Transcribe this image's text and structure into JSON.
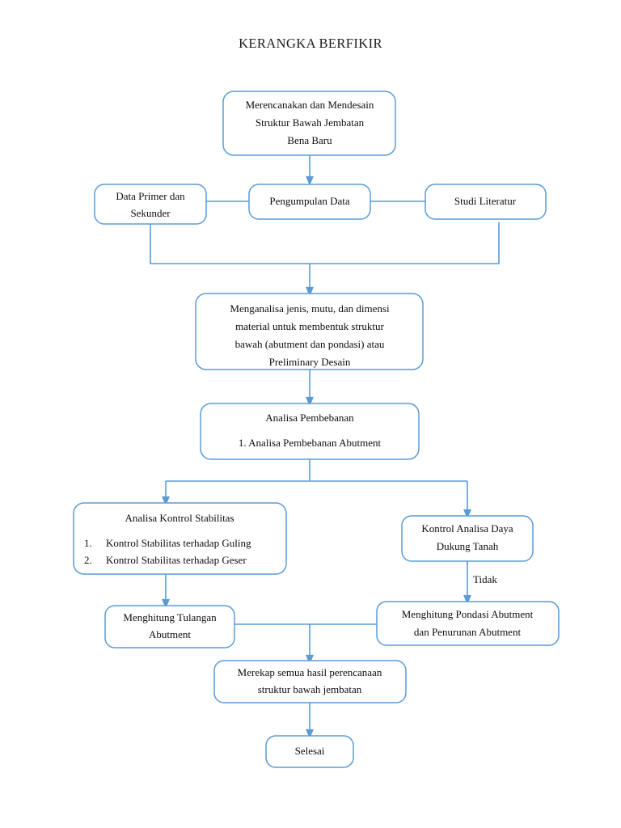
{
  "document": {
    "title": "KERANGKA BERFIKIR"
  },
  "chart_data": {
    "type": "diagram",
    "title": "KERANGKA BERFIKIR",
    "colors": {
      "box_border": "#5b9bd5",
      "connector": "#5b9bd5",
      "box_fill": "#ffffff",
      "text": "#0d0d0d"
    },
    "nodes": [
      {
        "id": "start",
        "lines": [
          "Merencanakan dan Mendesain",
          "Struktur Bawah Jembatan",
          "Bena Baru"
        ]
      },
      {
        "id": "data-primer",
        "lines": [
          "Data Primer dan",
          "Sekunder"
        ]
      },
      {
        "id": "pengumpulan",
        "lines": [
          "Pengumpulan Data"
        ]
      },
      {
        "id": "studi-literatur",
        "lines": [
          "Studi Literatur"
        ]
      },
      {
        "id": "menganalisa",
        "lines": [
          "Menganalisa jenis, mutu, dan dimensi",
          "material untuk membentuk struktur",
          "bawah (abutment dan pondasi) atau",
          "Preliminary Desain"
        ]
      },
      {
        "id": "pembebanan",
        "heading": "Analisa Pembebanan",
        "items": [
          "1.  Analisa Pembebanan Abutment"
        ]
      },
      {
        "id": "kontrol-stabilitas",
        "heading": "Analisa Kontrol Stabilitas",
        "items": [
          "1.     Kontrol Stabilitas terhadap Guling",
          "2.     Kontrol Stabilitas terhadap Geser"
        ]
      },
      {
        "id": "daya-dukung",
        "lines": [
          "Kontrol Analisa Daya",
          "Dukung Tanah"
        ]
      },
      {
        "id": "tulangan",
        "lines": [
          "Menghitung Tulangan",
          "Abutment"
        ]
      },
      {
        "id": "pondasi",
        "lines": [
          "Menghitung Pondasi Abutment",
          "dan Penurunan Abutment"
        ]
      },
      {
        "id": "merekap",
        "lines": [
          "Merekap semua hasil perencanaan",
          "struktur bawah jembatan"
        ]
      },
      {
        "id": "selesai",
        "lines": [
          "Selesai"
        ]
      }
    ],
    "edge_labels": [
      {
        "id": "tidak",
        "text": "Tidak"
      }
    ]
  },
  "nodes": {
    "start": {
      "line1": "Merencanakan dan Mendesain",
      "line2": "Struktur Bawah Jembatan",
      "line3": "Bena Baru"
    },
    "data_primer": {
      "line1": "Data Primer dan",
      "line2": "Sekunder"
    },
    "pengumpulan": {
      "line1": "Pengumpulan Data"
    },
    "studi_literatur": {
      "line1": "Studi Literatur"
    },
    "menganalisa": {
      "line1": "Menganalisa jenis, mutu, dan dimensi",
      "line2": "material untuk membentuk struktur",
      "line3": "bawah (abutment dan pondasi) atau",
      "line4": "Preliminary Desain"
    },
    "pembebanan": {
      "line1": "Analisa Pembebanan",
      "line2": "1.  Analisa Pembebanan Abutment"
    },
    "kontrol_stabilitas": {
      "line1": "Analisa Kontrol Stabilitas",
      "item1_num": "1.",
      "item1_text": "Kontrol Stabilitas terhadap Guling",
      "item2_num": "2.",
      "item2_text": "Kontrol Stabilitas terhadap Geser"
    },
    "daya_dukung": {
      "line1": "Kontrol Analisa Daya",
      "line2": "Dukung Tanah"
    },
    "tulangan": {
      "line1": "Menghitung Tulangan",
      "line2": "Abutment"
    },
    "pondasi": {
      "line1": "Menghitung Pondasi Abutment",
      "line2": "dan Penurunan Abutment"
    },
    "merekap": {
      "line1": "Merekap semua hasil perencanaan",
      "line2": "struktur bawah jembatan"
    },
    "selesai": {
      "line1": "Selesai"
    }
  },
  "labels": {
    "tidak": "Tidak"
  }
}
